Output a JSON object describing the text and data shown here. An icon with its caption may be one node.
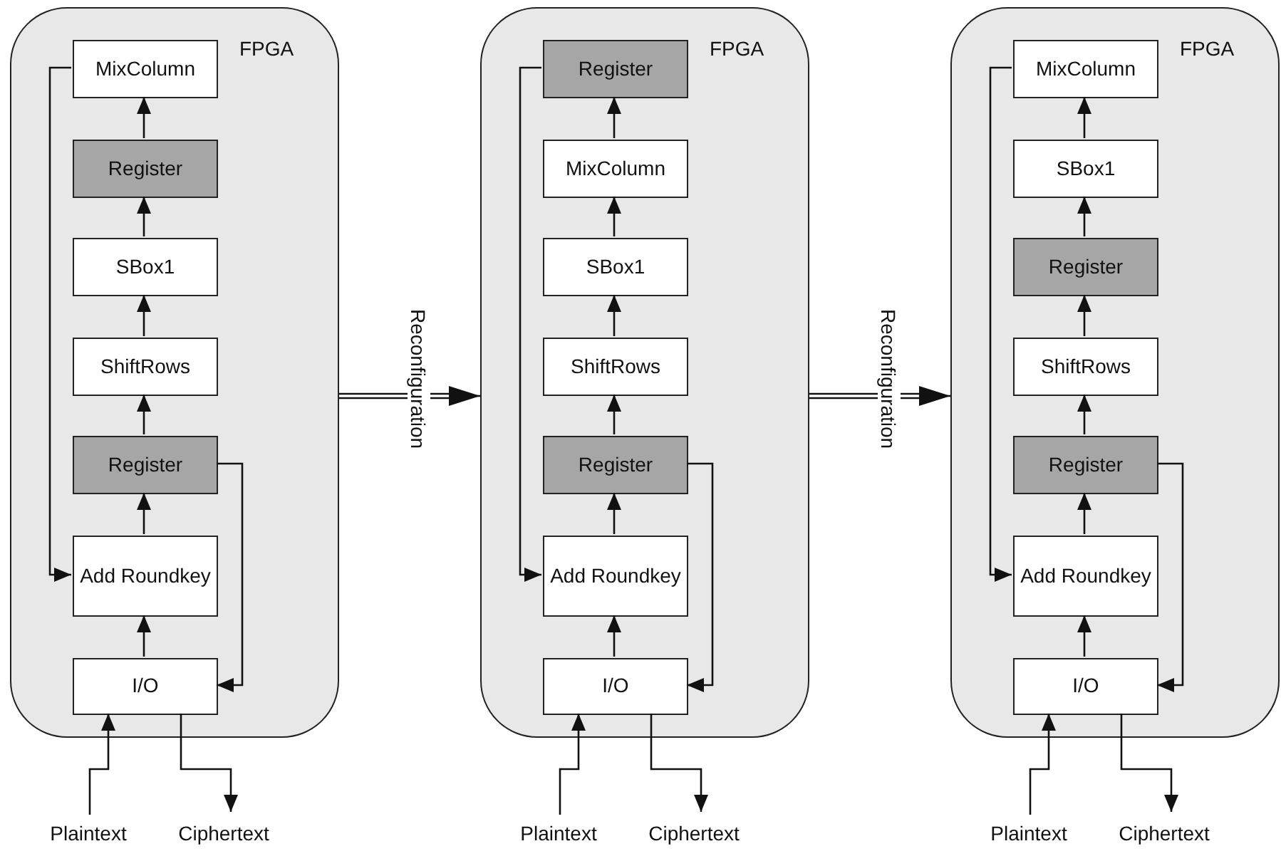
{
  "diagram": {
    "nodes": [
      {
        "text": [
          "FPGA"
        ]
      },
      {
        "text": [
          "MixColumn"
        ],
        "in": 0
      },
      {
        "text": [
          "Register"
        ],
        "in": 0
      },
      {
        "text": [
          "SBox1"
        ],
        "in": 0
      },
      {
        "text": [
          "ShiftRows"
        ],
        "in": 0
      },
      {
        "text": [
          "Register"
        ],
        "in": 0
      },
      {
        "text": [
          "Add Roundkey"
        ],
        "in": 0
      },
      {
        "text": [
          "I/O"
        ],
        "in": 0
      },
      {
        "text": [
          "Plaintext"
        ]
      },
      {
        "text": [
          "Ciphertext"
        ]
      },
      {
        "text": [
          "FPGA"
        ]
      },
      {
        "text": [
          "Register"
        ],
        "in": 10
      },
      {
        "text": [
          "MixColumn"
        ],
        "in": 10
      },
      {
        "text": [
          "SBox1"
        ],
        "in": 10
      },
      {
        "text": [
          "ShiftRows"
        ],
        "in": 10
      },
      {
        "text": [
          "Register"
        ],
        "in": 10
      },
      {
        "text": [
          "Add Roundkey"
        ],
        "in": 10
      },
      {
        "text": [
          "I/O"
        ],
        "in": 10
      },
      {
        "text": [
          "Plaintext"
        ]
      },
      {
        "text": [
          "Ciphertext"
        ]
      },
      {
        "text": [
          "FPGA"
        ]
      },
      {
        "text": [
          "MixColumn"
        ],
        "in": 20
      },
      {
        "text": [
          "SBox1"
        ],
        "in": 20
      },
      {
        "text": [
          "Register"
        ],
        "in": 20
      },
      {
        "text": [
          "ShiftRows"
        ],
        "in": 20
      },
      {
        "text": [
          "Register"
        ],
        "in": 20
      },
      {
        "text": [
          "Add Roundkey"
        ],
        "in": 20
      },
      {
        "text": [
          "I/O"
        ],
        "in": 20
      },
      {
        "text": [
          "Plaintext"
        ]
      },
      {
        "text": [
          "Ciphertext"
        ]
      }
    ],
    "edges": [
      {
        "from": 7,
        "to": 6,
        "arrow": "to"
      },
      {
        "from": 6,
        "to": 5,
        "arrow": "to"
      },
      {
        "from": 5,
        "to": 4,
        "arrow": "to"
      },
      {
        "from": 4,
        "to": 3,
        "arrow": "to"
      },
      {
        "from": 3,
        "to": 2,
        "arrow": "to"
      },
      {
        "from": 2,
        "to": 1,
        "arrow": "to"
      },
      {
        "from": 1,
        "to": 6,
        "arrow": "to"
      },
      {
        "from": 5,
        "to": 7,
        "arrow": "to"
      },
      {
        "from": 8,
        "to": 7,
        "arrow": "to"
      },
      {
        "from": 7,
        "to": 9,
        "arrow": "to"
      },
      {
        "from": 0,
        "to": 10,
        "arrow": "to",
        "label": "Reconfiguration"
      },
      {
        "from": 17,
        "to": 16,
        "arrow": "to"
      },
      {
        "from": 16,
        "to": 15,
        "arrow": "to"
      },
      {
        "from": 15,
        "to": 14,
        "arrow": "to"
      },
      {
        "from": 14,
        "to": 13,
        "arrow": "to"
      },
      {
        "from": 13,
        "to": 12,
        "arrow": "to"
      },
      {
        "from": 12,
        "to": 11,
        "arrow": "to"
      },
      {
        "from": 11,
        "to": 16,
        "arrow": "to"
      },
      {
        "from": 15,
        "to": 17,
        "arrow": "to"
      },
      {
        "from": 18,
        "to": 17,
        "arrow": "to"
      },
      {
        "from": 17,
        "to": 19,
        "arrow": "to"
      },
      {
        "from": 10,
        "to": 20,
        "arrow": "to",
        "label": "Reconfiguration"
      },
      {
        "from": 27,
        "to": 26,
        "arrow": "to"
      },
      {
        "from": 26,
        "to": 25,
        "arrow": "to"
      },
      {
        "from": 25,
        "to": 24,
        "arrow": "to"
      },
      {
        "from": 24,
        "to": 23,
        "arrow": "to"
      },
      {
        "from": 23,
        "to": 22,
        "arrow": "to"
      },
      {
        "from": 22,
        "to": 21,
        "arrow": "to"
      },
      {
        "from": 21,
        "to": 26,
        "arrow": "to"
      },
      {
        "from": 25,
        "to": 27,
        "arrow": "to"
      },
      {
        "from": 28,
        "to": 27,
        "arrow": "to"
      },
      {
        "from": 27,
        "to": 29,
        "arrow": "to"
      }
    ]
  }
}
